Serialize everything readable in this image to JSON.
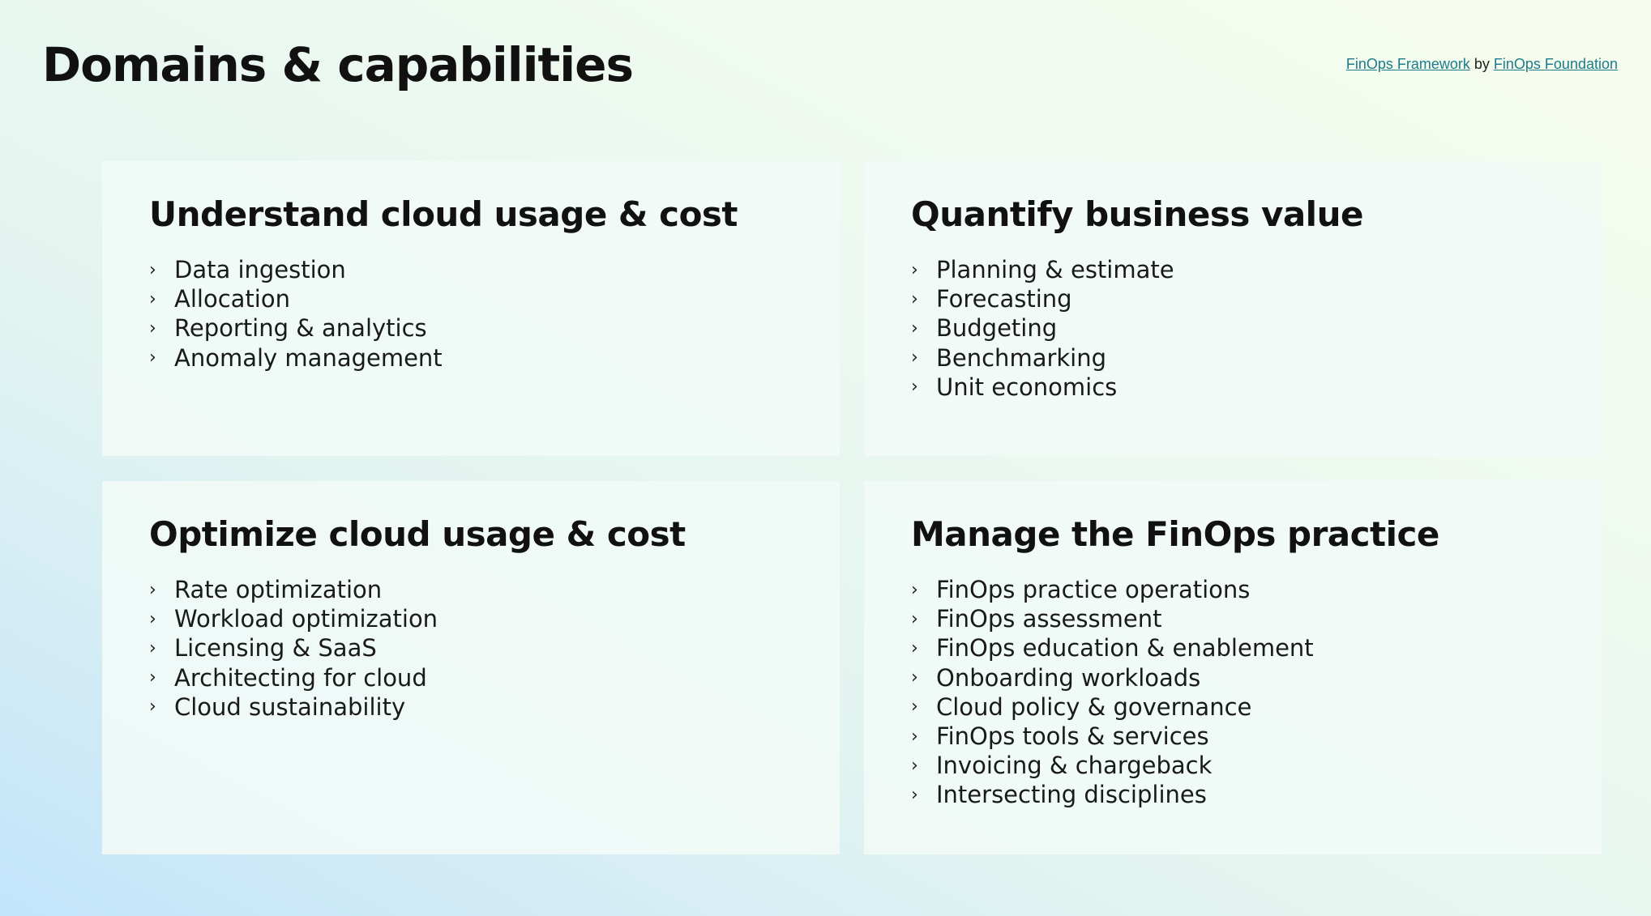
{
  "page": {
    "title": "Domains & capabilities"
  },
  "attribution": {
    "framework_link": "FinOps Framework",
    "by_text": "by",
    "foundation_link": "FinOps Foundation"
  },
  "icons": {
    "bullet": "chevron-right-icon",
    "glyph": "›"
  },
  "colors": {
    "link": "#1c7c8c",
    "card_background": "#f1faf6",
    "text": "#111111"
  },
  "domains": [
    {
      "title": "Understand cloud usage & cost",
      "capabilities": [
        "Data ingestion",
        "Allocation",
        "Reporting & analytics",
        "Anomaly management"
      ]
    },
    {
      "title": "Quantify business value",
      "capabilities": [
        "Planning & estimate",
        "Forecasting",
        "Budgeting",
        "Benchmarking",
        "Unit economics"
      ]
    },
    {
      "title": "Optimize cloud usage & cost",
      "capabilities": [
        "Rate optimization",
        "Workload optimization",
        "Licensing & SaaS",
        "Architecting for cloud",
        "Cloud sustainability"
      ]
    },
    {
      "title": "Manage the FinOps practice",
      "capabilities": [
        "FinOps practice operations",
        "FinOps assessment",
        "FinOps education & enablement",
        "Onboarding workloads",
        "Cloud policy & governance",
        "FinOps tools & services",
        "Invoicing & chargeback",
        "Intersecting disciplines"
      ]
    }
  ]
}
